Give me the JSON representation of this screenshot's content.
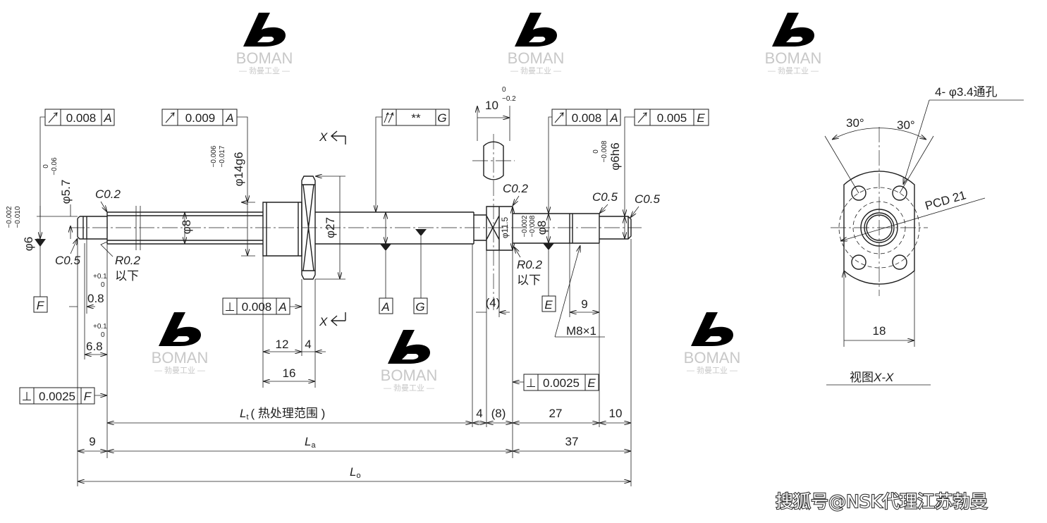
{
  "watermark": {
    "brand": "BOMAN",
    "sub": "— 勃曼工业 —"
  },
  "frames": {
    "runout_left": {
      "symbol": "circular-runout",
      "value": "0.008",
      "datum": "A"
    },
    "runout_nut": {
      "symbol": "circular-runout",
      "value": "0.009",
      "datum": "A"
    },
    "total_runout": {
      "symbol": "total-runout",
      "value": "**",
      "datum": "G"
    },
    "runout_journal": {
      "symbol": "circular-runout",
      "value": "0.008",
      "datum": "A"
    },
    "runout_end": {
      "symbol": "circular-runout",
      "value": "0.005",
      "datum": "E"
    },
    "perp_flange": {
      "symbol": "⊥",
      "value": "0.008",
      "datum": "A"
    },
    "perp_left": {
      "symbol": "⊥",
      "value": "0.0025",
      "datum": "F"
    },
    "perp_right": {
      "symbol": "⊥",
      "value": "0.0025",
      "datum": "E"
    }
  },
  "datums": {
    "f": "F",
    "a": "A",
    "g": "G",
    "e": "E"
  },
  "labels": {
    "phi6": "φ6",
    "phi6_tol_u": "−0.002",
    "phi6_tol_l": "−0.010",
    "phi57": "φ5.7",
    "phi57_tol_u": "0",
    "phi57_tol_l": "−0.06",
    "c02_left": "C0.2",
    "c05_left": "C0.5",
    "r02_left": "R0.2",
    "below_left": "以下",
    "phi14": "φ14g6",
    "phi14_tol_u": "−0.006",
    "phi14_tol_l": "−0.017",
    "phi8_shaft": "φ8",
    "phi27": "φ27",
    "x_top": "X",
    "x_bottom": "X",
    "width10": "10",
    "width10_tol_u": "0",
    "width10_tol_l": "−0.2",
    "c02_right": "C0.2",
    "phi115": "φ11.5",
    "phi8_journal": "φ8",
    "phi8_tol_u": "−0.002",
    "phi8_tol_l": "−0.008",
    "r02_right": "R0.2",
    "below_right": "以下",
    "phi6h6": "φ6h6",
    "phi6h6_tol_u": "0",
    "phi6h6_tol_l": "−0.008",
    "c05_a": "C0.5",
    "c05_b": "C0.5",
    "thread": "M8×1"
  },
  "dims": {
    "d08": "0.8",
    "d08_tol_u": "+0.1",
    "d08_tol_l": "0",
    "d68": "6.8",
    "d68_tol_u": "+0.1",
    "d68_tol_l": "0",
    "d12": "12",
    "d4_flange": "4",
    "d16": "16",
    "d4_paren": "(4)",
    "d9_thread": "9",
    "lt": "L",
    "lt_sub": "t",
    "lt_note": "( 热处理范围 )",
    "d4": "4",
    "d8": "(8)",
    "d27": "27",
    "d10": "10",
    "d9": "9",
    "la": "L",
    "la_sub": "a",
    "d37": "37",
    "lo": "L",
    "lo_sub": "o"
  },
  "view": {
    "angle_left": "30°",
    "angle_right": "30°",
    "holes": "4- φ3.4通孔",
    "pcd": "PCD 21",
    "width": "18",
    "title_a": "视图",
    "title_b": "X-X"
  },
  "footer": "搜狐号@NSK代理江苏勃曼"
}
